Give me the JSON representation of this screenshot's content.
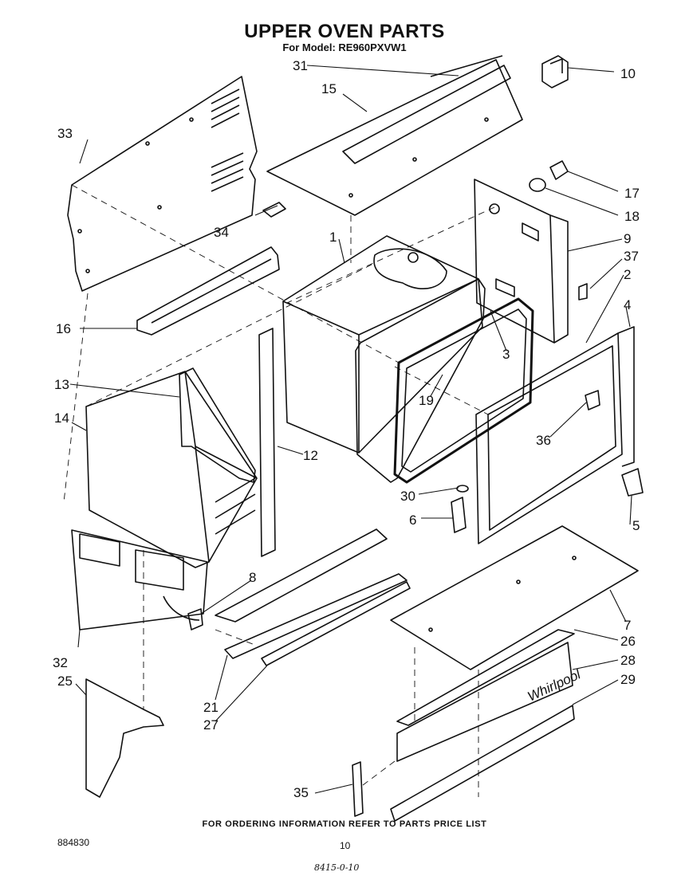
{
  "header": {
    "title": "UPPER OVEN PARTS",
    "model": "For Model: RE960PXVW1"
  },
  "footer": {
    "ordering_note": "FOR ORDERING INFORMATION REFER TO PARTS PRICE LIST",
    "doc_number": "884830",
    "page_number": "10",
    "handwritten_note": "8415-0-10"
  },
  "brand_mark": "Whirlpool",
  "callouts": [
    "1",
    "2",
    "3",
    "4",
    "5",
    "6",
    "7",
    "8",
    "9",
    "10",
    "12",
    "13",
    "14",
    "15",
    "16",
    "17",
    "18",
    "19",
    "21",
    "25",
    "26",
    "27",
    "28",
    "29",
    "30",
    "31",
    "32",
    "33",
    "34",
    "35",
    "36",
    "37"
  ]
}
